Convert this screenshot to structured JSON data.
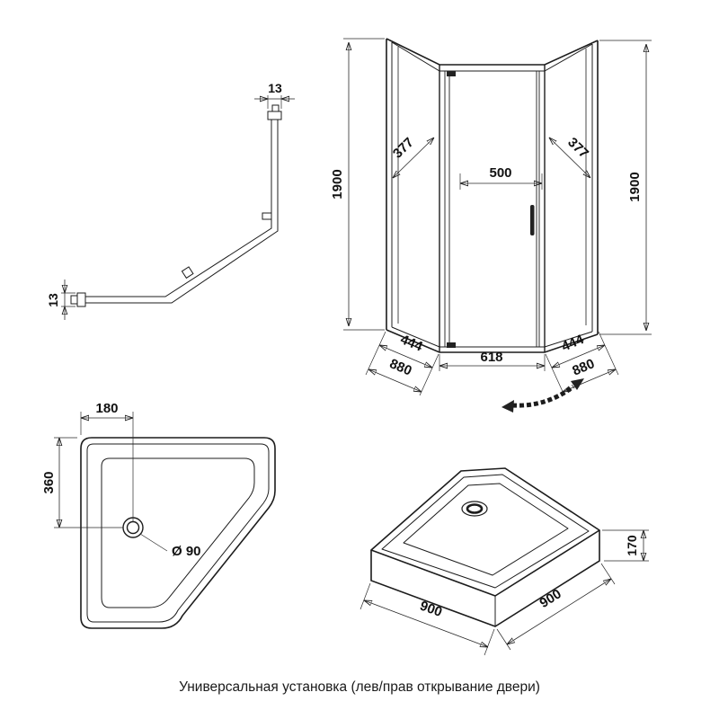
{
  "caption": "Универсальная установка (лев/прав открывание двери)",
  "profile_view": {
    "dim_top": "13",
    "dim_side": "13"
  },
  "front_view": {
    "height_left": "1900",
    "height_right": "1900",
    "top_left": "377",
    "top_center": "500",
    "top_right": "377",
    "bottom_center": "618",
    "left_inner": "444",
    "left_outer": "880",
    "right_inner": "444",
    "right_outer": "880"
  },
  "tray_top_view": {
    "drain_offset_x": "180",
    "drain_offset_y": "360",
    "drain_diameter": "Ø 90"
  },
  "tray_iso_view": {
    "edge_left": "900",
    "edge_right": "900",
    "height": "170"
  }
}
